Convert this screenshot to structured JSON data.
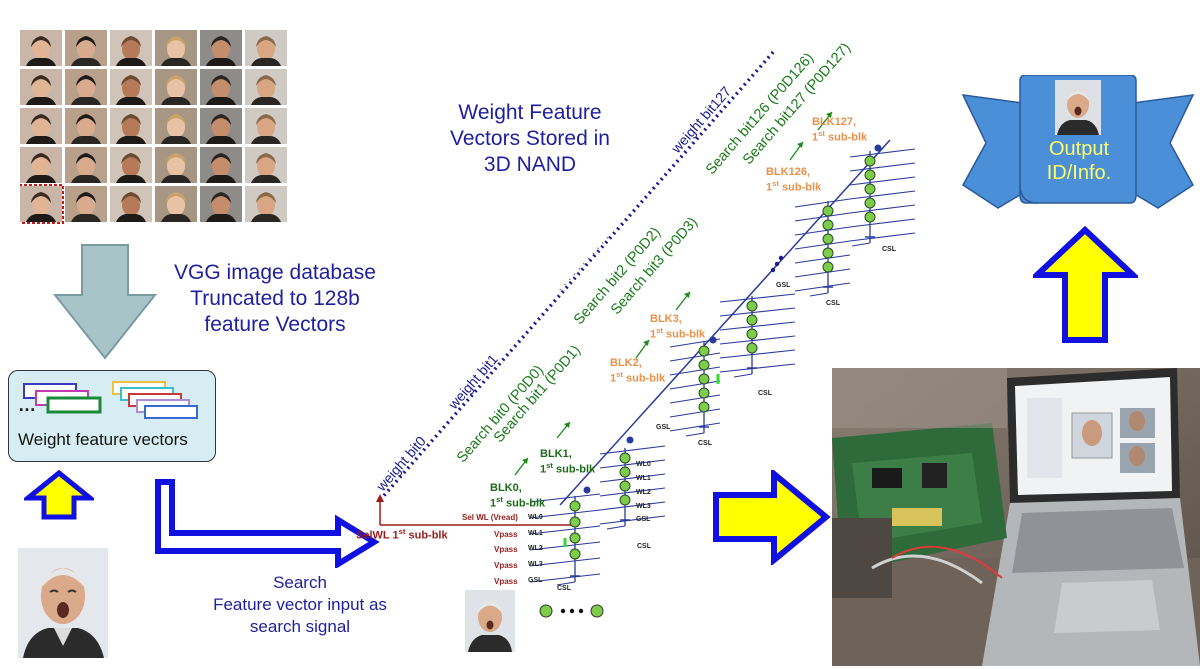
{
  "texts": {
    "vgg_line1": "VGG image database",
    "vgg_line2": "Truncated to 128b",
    "vgg_line3": "feature Vectors",
    "weight_box": "Weight feature vectors",
    "weight_dots": "…",
    "stored_line1": "Weight Feature",
    "stored_line2": "Vectors Stored in",
    "stored_line3": "3D NAND",
    "search_line1": "Search",
    "search_line2": "Feature vector  input as",
    "search_line3": "search signal",
    "output_line1": "Output",
    "output_line2": "ID/Info.",
    "weight_bit0": "weight bit0",
    "weight_bit1": "weight bit1",
    "weight_bit127": "weight bit127",
    "search_bit0": "Search bit0 (P0D0)",
    "search_bit1": "Search bit1 (P0D1)",
    "search_bit2": "Search bit2 (P0D2)",
    "search_bit3": "Search bit3 (P0D3)",
    "search_bit126": "Search bit126 (P0D126)",
    "search_bit127": "Search bit127 (P0D127)",
    "blk0": "BLK0,",
    "blk1": "BLK1,",
    "blk2": "BLK2,",
    "blk3": "BLK3,",
    "blk126": "BLK126,",
    "blk127": "BLK127,",
    "subblk": "1st sub-blk",
    "selwl": "SelWL 1st sub-blk",
    "sel_wl_vread": "Sel WL (Vread)",
    "vpass": "Vpass",
    "wl0": "WL0",
    "wl1": "WL1",
    "wl2": "WL2",
    "wl3": "WL3",
    "gsl": "GSL",
    "csl": "CSL",
    "dots_row": "• • • •"
  },
  "colors": {
    "title_blue": "#1f1f9e",
    "arrow_blue": "#1010e0",
    "arrow_yellow": "#ffff00",
    "search_green": "#1a7a1a",
    "blk_orange": "#e8914a",
    "selwl_red": "#9b1c1c",
    "ribbon_blue": "#4a8fd8",
    "output_text": "#ffff66",
    "cell_green": "#7dcc4a"
  },
  "icons": [
    "face-grid-photo",
    "person-photo",
    "lab-setup-photo",
    "down-arrow-icon",
    "right-arrow-icon",
    "up-arrow-icon"
  ]
}
